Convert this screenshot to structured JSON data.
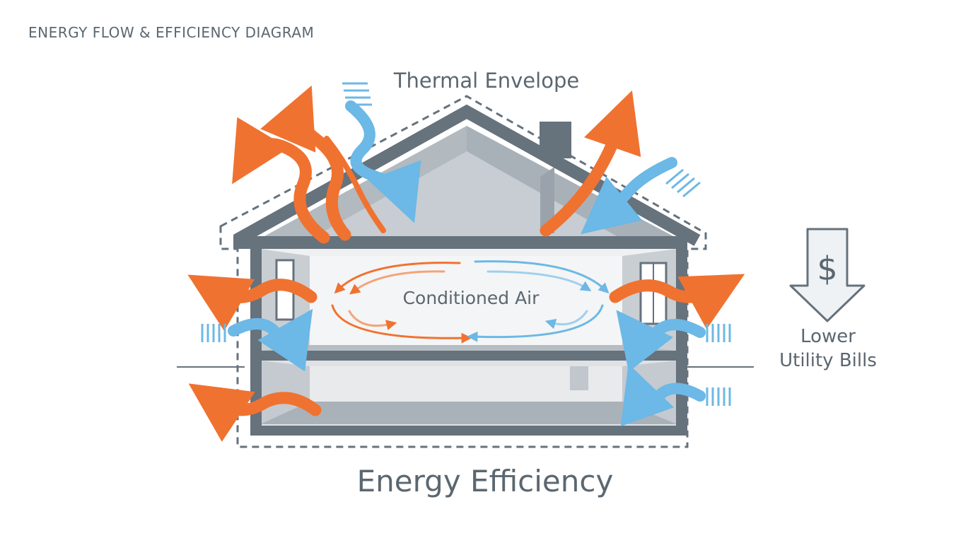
{
  "header": {
    "title": "ENERGY FLOW & EFFICIENCY DIAGRAM"
  },
  "labels": {
    "envelope": "Thermal Envelope",
    "conditioned_air": "Conditioned Air",
    "efficiency": "Energy Efficiency",
    "bills_line1": "Lower",
    "bills_line2": "Utility Bills",
    "currency_symbol": "$"
  },
  "colors": {
    "heat_loss": "#f07230",
    "cold_infiltration": "#6cb8e6",
    "structure": "#66727c",
    "wall_light": "#dde1e4",
    "wall_mid": "#b8bfc5",
    "text": "#5b6770"
  }
}
